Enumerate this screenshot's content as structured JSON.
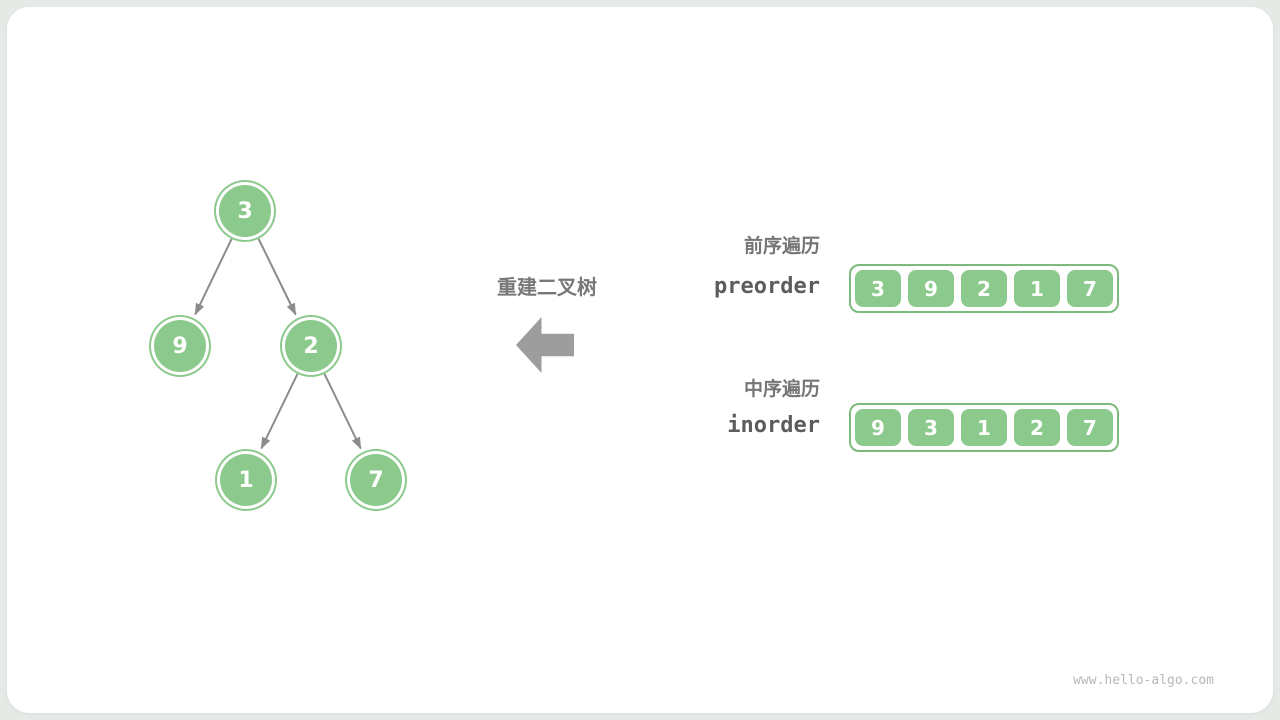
{
  "tree": {
    "nodes": [
      {
        "value": "3"
      },
      {
        "value": "9"
      },
      {
        "value": "2"
      },
      {
        "value": "1"
      },
      {
        "value": "7"
      }
    ]
  },
  "center": {
    "label": "重建二叉树"
  },
  "traversals": {
    "preorder": {
      "title": "前序遍历",
      "name": "preorder",
      "values": [
        "3",
        "9",
        "2",
        "1",
        "7"
      ]
    },
    "inorder": {
      "title": "中序遍历",
      "name": "inorder",
      "values": [
        "9",
        "3",
        "1",
        "2",
        "7"
      ]
    }
  },
  "watermark": "www.hello-algo.com",
  "colors": {
    "background": "#E6EAE6",
    "card": "#FFFFFF",
    "node_fill": "#8CC98C",
    "array_border": "#7DBA7D",
    "edge_gray": "#8B8B8B",
    "big_arrow_gray": "#9D9D9D",
    "label_gray": "#757575",
    "watermark_gray": "#B8B8B8"
  }
}
